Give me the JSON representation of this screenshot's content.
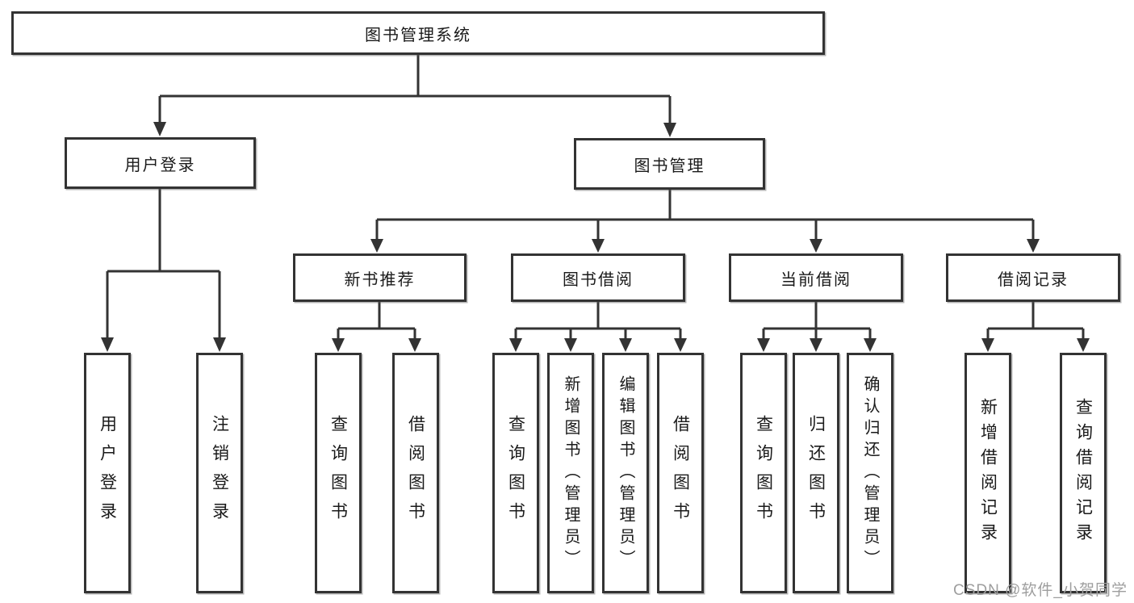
{
  "tree": {
    "root": "图书管理系统",
    "children": [
      {
        "label": "用户登录",
        "children": [
          "用户登录",
          "注销登录"
        ]
      },
      {
        "label": "图书管理",
        "children": [
          {
            "label": "新书推荐",
            "children": [
              "查询图书",
              "借阅图书"
            ]
          },
          {
            "label": "图书借阅",
            "children": [
              "查询图书",
              "新增图书（管理员）",
              "编辑图书（管理员）",
              "借阅图书"
            ]
          },
          {
            "label": "当前借阅",
            "children": [
              "查询图书",
              "归还图书",
              "确认归还（管理员）"
            ]
          },
          {
            "label": "借阅记录",
            "children": [
              "新增借阅记录",
              "查询借阅记录"
            ]
          }
        ]
      }
    ]
  },
  "watermark": "CSDN @软件_小贺同学",
  "colors": {
    "line": "#333333",
    "text": "#1a1a1a",
    "watermark": "#9e9e9e",
    "background": "#ffffff"
  }
}
